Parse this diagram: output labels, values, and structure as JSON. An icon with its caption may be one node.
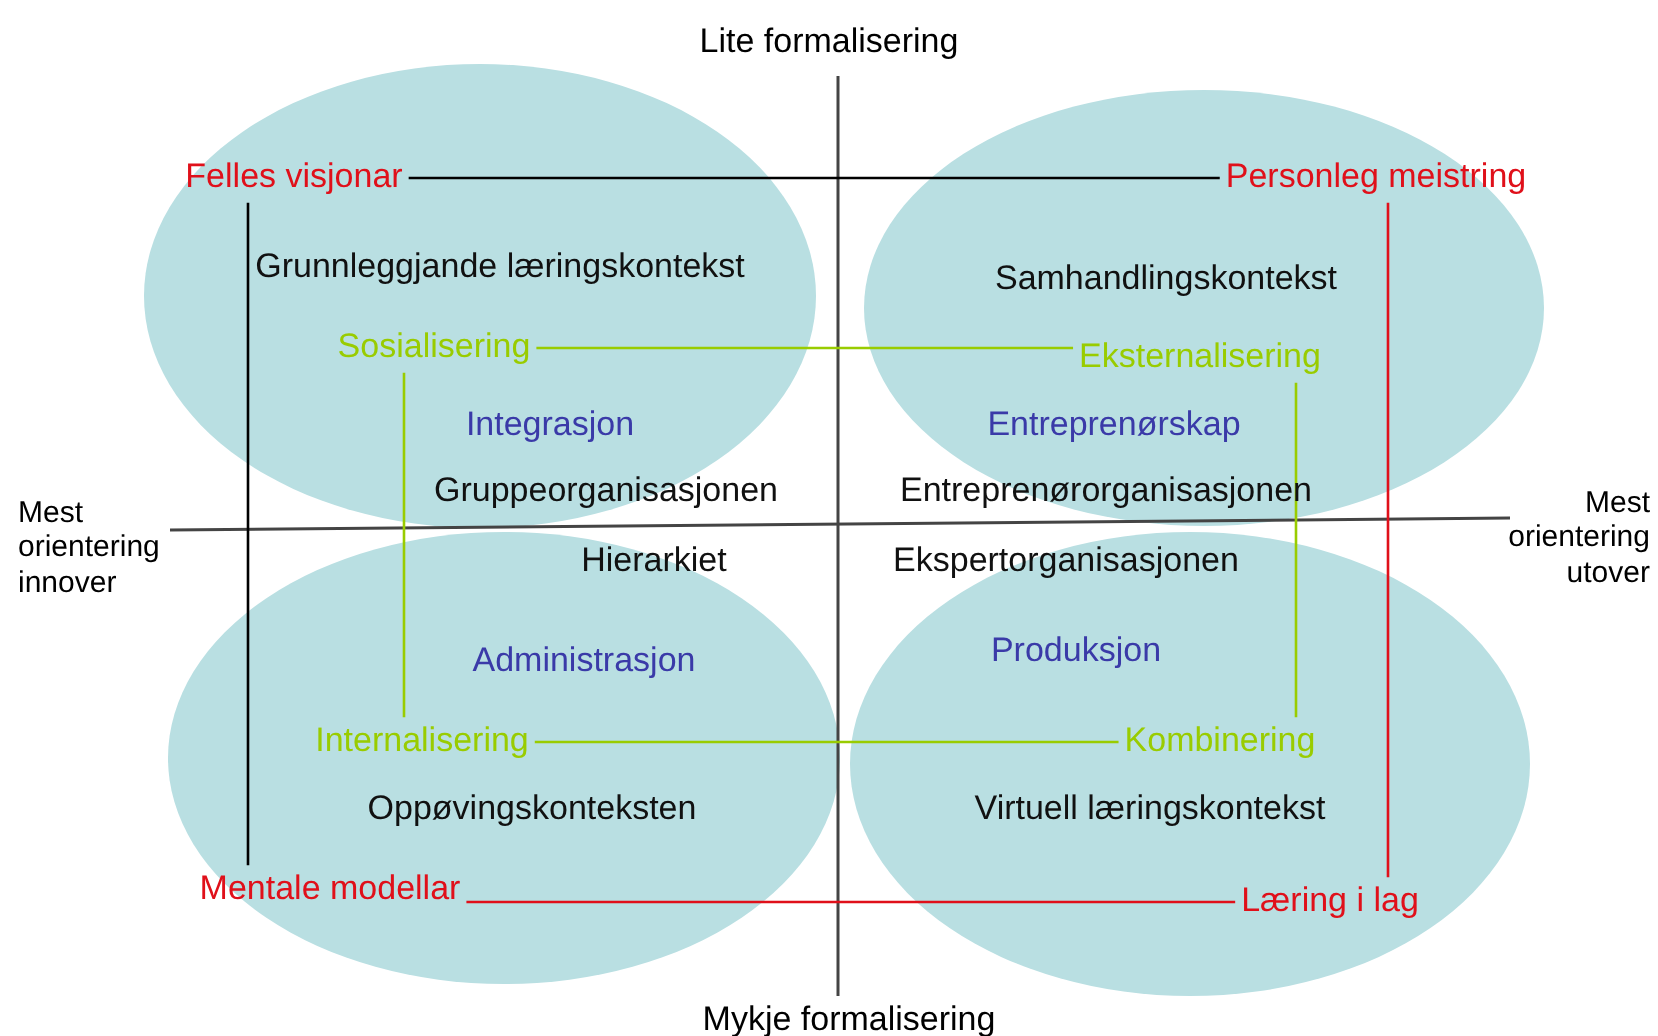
{
  "diagram": {
    "nodes": [
      {
        "text": [],
        "shape": "ellipse"
      },
      {
        "text": [],
        "shape": "ellipse"
      },
      {
        "text": [],
        "shape": "ellipse"
      },
      {
        "text": [],
        "shape": "ellipse"
      },
      {
        "text": [
          "Felles visjonar"
        ],
        "in": 0
      },
      {
        "text": [
          "Personleg meistring"
        ],
        "in": 1
      },
      {
        "text": [
          "Grunnleggjande læringskontekst"
        ],
        "in": 0
      },
      {
        "text": [
          "Samhandlingskontekst"
        ],
        "in": 1
      },
      {
        "text": [
          "Sosialisering"
        ],
        "in": 0
      },
      {
        "text": [
          "Eksternalisering"
        ],
        "in": 1
      },
      {
        "text": [
          "Integrasjon"
        ],
        "in": 0
      },
      {
        "text": [
          "Entreprenørskap"
        ],
        "in": 1
      },
      {
        "text": [
          "Gruppeorganisasjonen"
        ],
        "in": 0
      },
      {
        "text": [
          "Entreprenørorganisasjonen"
        ],
        "in": 1
      },
      {
        "text": [
          "Hierarkiet"
        ],
        "in": 2
      },
      {
        "text": [
          "Ekspertorganisasjonen"
        ],
        "in": 3
      },
      {
        "text": [
          "Administrasjon"
        ],
        "in": 2
      },
      {
        "text": [
          "Produksjon"
        ],
        "in": 3
      },
      {
        "text": [
          "Internalisering"
        ],
        "in": 2
      },
      {
        "text": [
          "Kombinering"
        ],
        "in": 3
      },
      {
        "text": [
          "Oppøvingskonteksten"
        ],
        "in": 2
      },
      {
        "text": [
          "Virtuell læringskontekst"
        ],
        "in": 3
      },
      {
        "text": [
          "Mentale modellar"
        ],
        "in": 2
      },
      {
        "text": [
          "Læring i lag"
        ],
        "in": 3
      }
    ],
    "edges": [
      {
        "from": 4,
        "to": 5,
        "arrow": "none",
        "color": "#000000"
      },
      {
        "from": 5,
        "to": 23,
        "arrow": "none",
        "color": "#e0101a"
      },
      {
        "from": 23,
        "to": 22,
        "arrow": "none",
        "color": "#e0101a"
      },
      {
        "from": 22,
        "to": 4,
        "arrow": "none",
        "color": "#000000"
      },
      {
        "from": 8,
        "to": 9,
        "arrow": "none",
        "color": "#99cc00"
      },
      {
        "from": 9,
        "to": 19,
        "arrow": "none",
        "color": "#99cc00"
      },
      {
        "from": 19,
        "to": 18,
        "arrow": "none",
        "color": "#99cc00"
      },
      {
        "from": 18,
        "to": 8,
        "arrow": "none",
        "color": "#99cc00"
      }
    ],
    "labels": [
      "Lite formalisering",
      "Mest orientering innover",
      "Mest orientering utover",
      "Mykje formalisering"
    ]
  }
}
